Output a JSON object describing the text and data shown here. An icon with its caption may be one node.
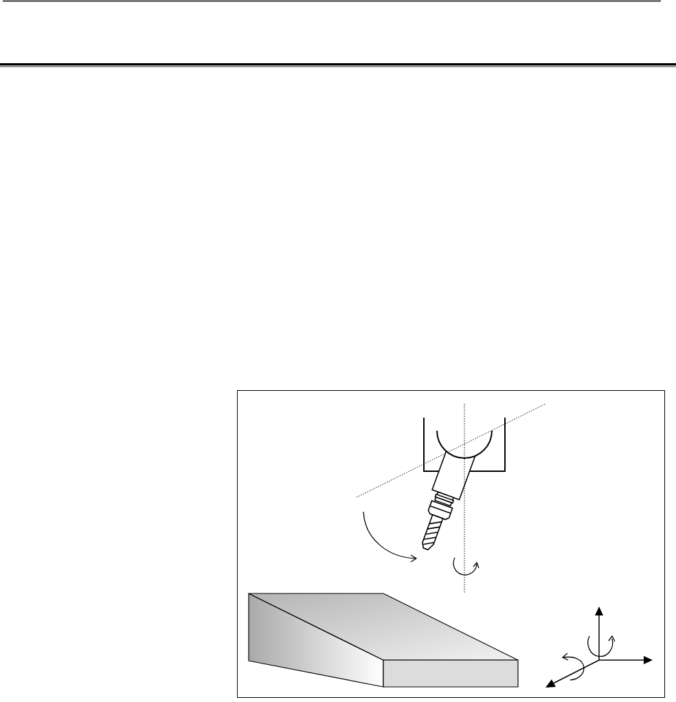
{
  "diagram": {
    "nodes": [
      {
        "text": [],
        "shape": "box"
      },
      {
        "text": [],
        "shape": "picture",
        "in": 0
      },
      {
        "text": [],
        "shape": "picture",
        "in": 0
      },
      {
        "text": [],
        "shape": "picture",
        "in": 0
      }
    ]
  }
}
